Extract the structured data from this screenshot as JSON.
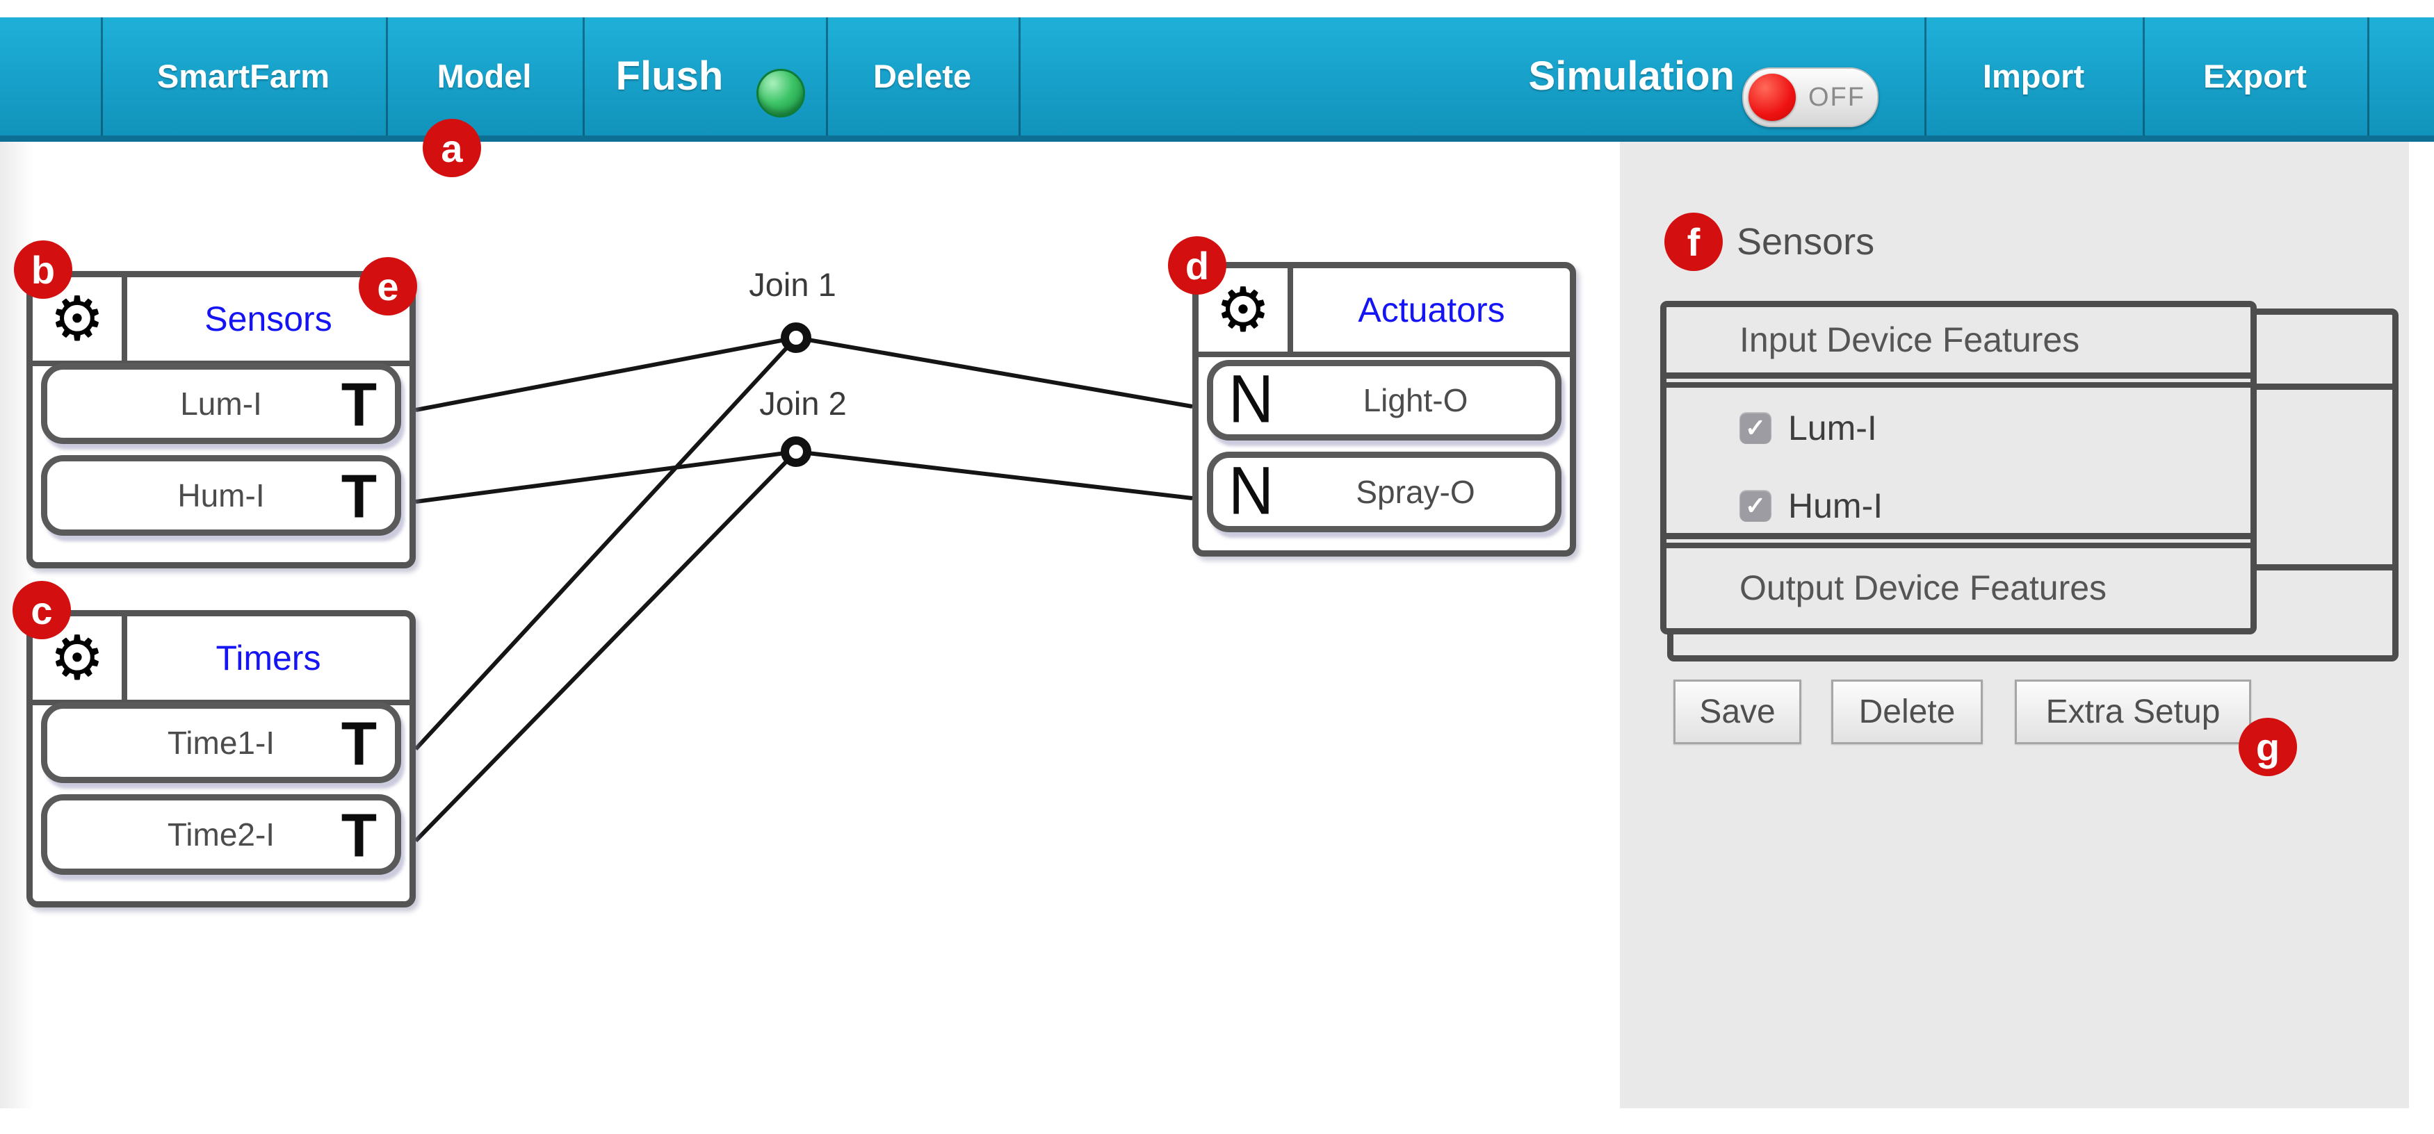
{
  "toolbar": {
    "smartfarm_label": "SmartFarm",
    "model_label": "Model",
    "flush_label": "Flush",
    "flush_indicator_state": "green",
    "delete_label": "Delete",
    "simulation_label": "Simulation",
    "simulation_state": "OFF",
    "import_label": "Import",
    "export_label": "Export"
  },
  "canvas": {
    "nodes": {
      "sensors": {
        "title": "Sensors",
        "ports": [
          {
            "label": "Lum-I",
            "glyph": "T"
          },
          {
            "label": "Hum-I",
            "glyph": "T"
          }
        ]
      },
      "timers": {
        "title": "Timers",
        "ports": [
          {
            "label": "Time1-I",
            "glyph": "T"
          },
          {
            "label": "Time2-I",
            "glyph": "T"
          }
        ]
      },
      "actuators": {
        "title": "Actuators",
        "ports": [
          {
            "label": "Light-O",
            "glyph": "N"
          },
          {
            "label": "Spray-O",
            "glyph": "N"
          }
        ]
      }
    },
    "joins": [
      {
        "label": "Join 1"
      },
      {
        "label": "Join 2"
      }
    ]
  },
  "annotations": {
    "a": "a",
    "b": "b",
    "c": "c",
    "d": "d",
    "e": "e",
    "f": "f",
    "g": "g"
  },
  "panel": {
    "title": "Sensors",
    "input_section_header": "Input Device Features",
    "features": [
      {
        "label": "Lum-I",
        "checked": true
      },
      {
        "label": "Hum-I",
        "checked": true
      }
    ],
    "output_section_header": "Output Device Features",
    "save_label": "Save",
    "delete_label": "Delete",
    "extra_setup_label": "Extra Setup"
  },
  "icons": {
    "gear": "⚙",
    "check": "✓"
  },
  "colors": {
    "toolbar_blue": "#17A0C9",
    "toolbar_edge": "#0D6F93",
    "badge_red": "#D40F0F",
    "node_title_blue": "#1414F5",
    "indicator_green": "#2FB457",
    "toggle_knob_red": "#EE1212",
    "panel_gray": "#E9E9E9",
    "border_gray": "#4D4D4D"
  }
}
